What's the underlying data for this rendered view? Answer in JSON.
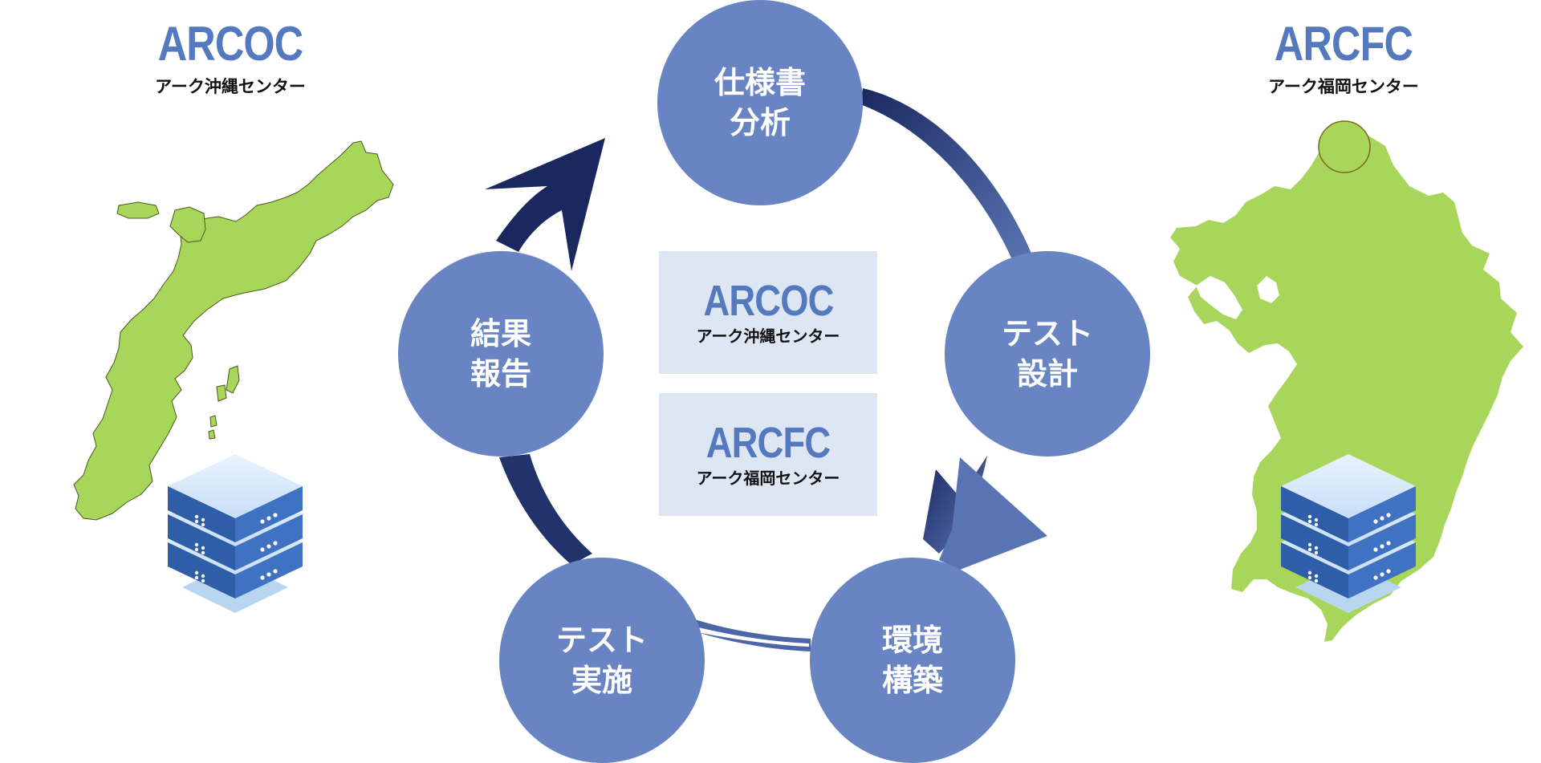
{
  "sites": {
    "okinawa": {
      "code": "ARCOC",
      "name": "アーク沖縄センター"
    },
    "fukuoka": {
      "code": "ARCFC",
      "name": "アーク福岡センター"
    }
  },
  "cycle": {
    "spec_analysis": {
      "line1": "仕様書",
      "line2": "分析"
    },
    "test_design": {
      "line1": "テスト",
      "line2": "設計"
    },
    "env_build": {
      "line1": "環境",
      "line2": "構築"
    },
    "test_exec": {
      "line1": "テスト",
      "line2": "実施"
    },
    "result_report": {
      "line1": "結果",
      "line2": "報告"
    }
  },
  "colors": {
    "accent_blue": "#5479bf",
    "circle_fill": "#6884c2",
    "arrow_dark": "#1c2a5e",
    "map_green": "#a8d65a",
    "box_fill": "#dde6f3"
  },
  "icons": [
    "okinawa-map",
    "kyushu-map",
    "server-stack-icon",
    "cycle-arrow"
  ]
}
